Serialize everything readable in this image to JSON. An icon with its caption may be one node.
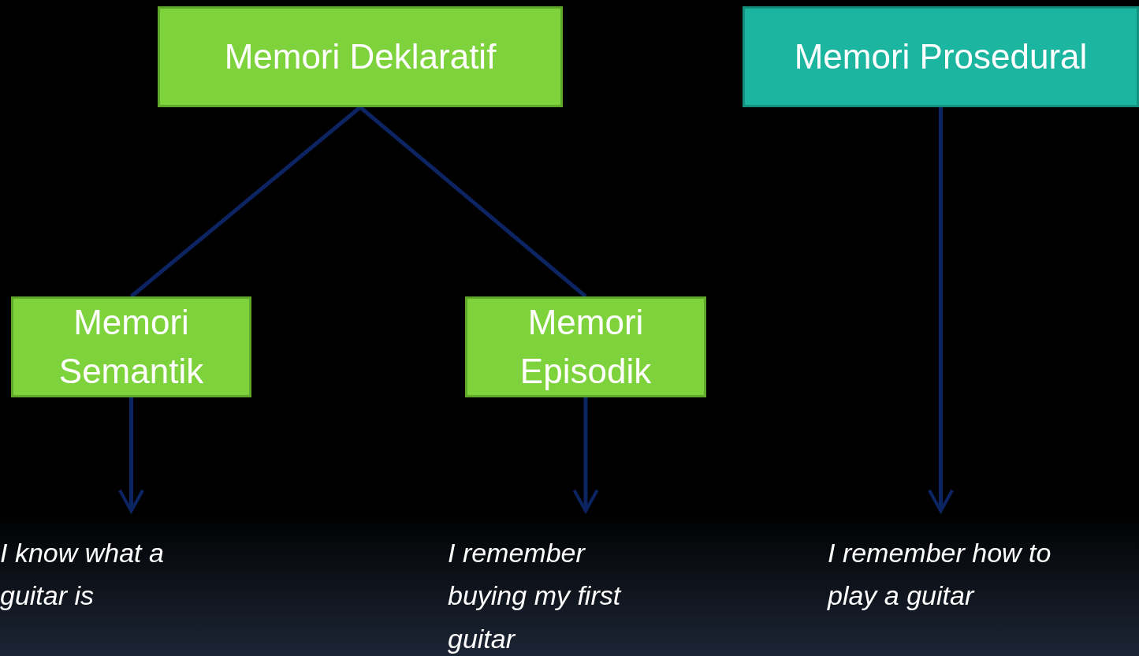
{
  "diagram": {
    "nodes": [
      {
        "text": [
          "Memori Deklaratif"
        ]
      },
      {
        "text": [
          "Memori Prosedural"
        ]
      },
      {
        "text": [
          "Memori Semantik"
        ]
      },
      {
        "text": [
          "Memori Episodik"
        ]
      },
      {
        "text": [
          "I know what a guitar is"
        ]
      },
      {
        "text": [
          "I remember buying my first guitar"
        ]
      },
      {
        "text": [
          "I remember how to play a guitar"
        ]
      }
    ],
    "edges": [
      {
        "from": 0,
        "to": 2,
        "arrow": "none"
      },
      {
        "from": 0,
        "to": 3,
        "arrow": "none"
      },
      {
        "from": 2,
        "to": 4,
        "arrow": "to"
      },
      {
        "from": 3,
        "to": 5,
        "arrow": "to"
      },
      {
        "from": 1,
        "to": 6,
        "arrow": "to"
      }
    ]
  }
}
